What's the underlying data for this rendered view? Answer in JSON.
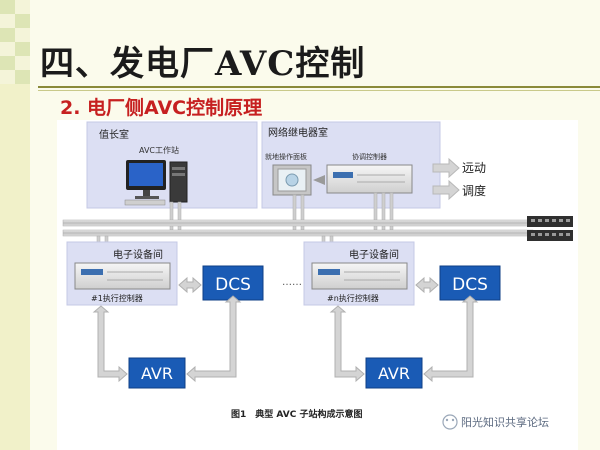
{
  "slide": {
    "title": "四、发电厂AVC控制",
    "subtitle": "2. 电厂侧AVC控制原理"
  },
  "diagram": {
    "duty_room": "值长室",
    "workstation": "AVC工作站",
    "relay_room": "网络继电器室",
    "local_panel": "就地操作面板",
    "coordinator": "协调控制器",
    "remote_control": "远动",
    "dispatch": "调度",
    "electronic_room_1": "电子设备间",
    "electronic_room_2": "电子设备间",
    "executor_1": "#1执行控制器",
    "executor_n": "#n执行控制器",
    "dcs_1": "DCS",
    "dcs_2": "DCS",
    "avr_1": "AVR",
    "avr_2": "AVR",
    "ellipsis": "……",
    "caption": "图1　典型 AVC 子站构成示意图",
    "watermark": "阳光知识共享论坛"
  },
  "colors": {
    "subtitle": "#c62020",
    "dcs_box": "#1a5bb5",
    "room_fill": "#dcdff3",
    "arrow_fill": "#d4d4d4",
    "bus_fill": "#cfcfcf"
  }
}
